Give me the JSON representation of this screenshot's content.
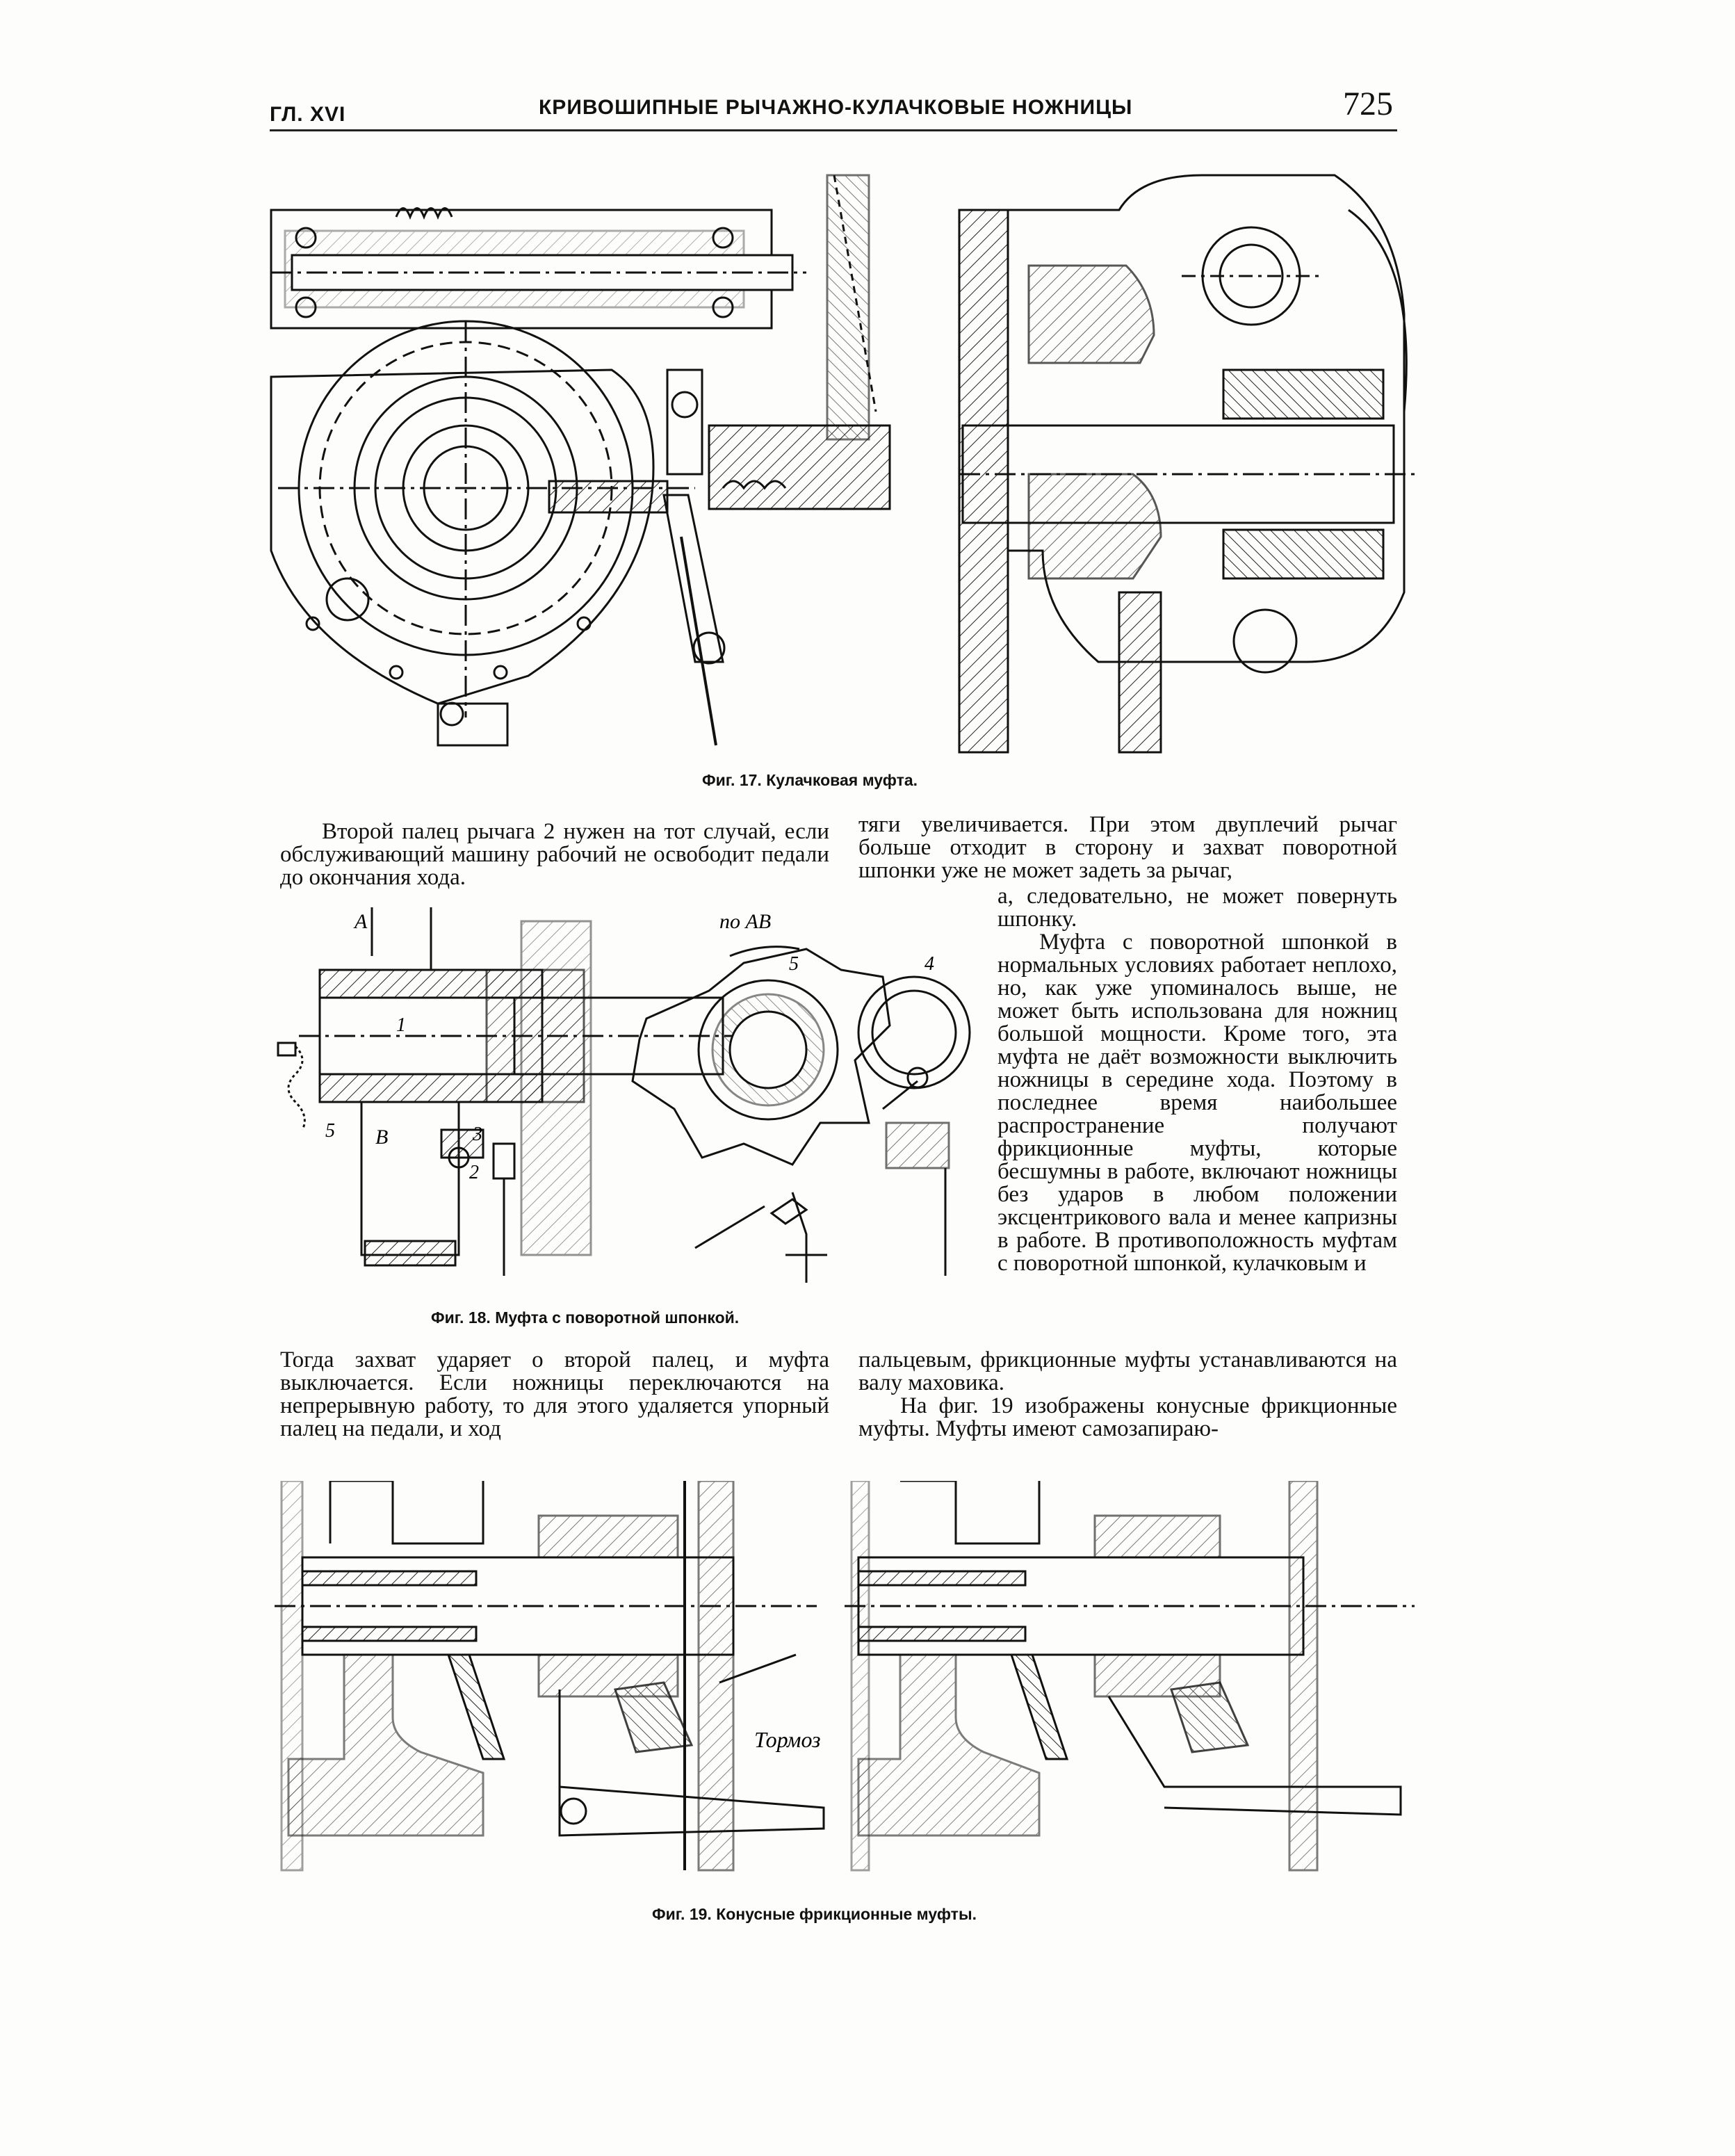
{
  "header": {
    "chapter": "ГЛ. XVI",
    "running_title": "КРИВОШИПНЫЕ РЫЧАЖНО-КУЛАЧКОВЫЕ НОЖНИЦЫ",
    "page_number": "725"
  },
  "figures": {
    "fig17_caption": "Фиг. 17. Кулачковая муфта.",
    "fig18_caption": "Фиг. 18. Муфта с поворотной шпонкой.",
    "fig19_caption": "Фиг. 19. Конусные фрикционные муфты.",
    "fig18_labels": {
      "a": "A",
      "b": "B",
      "section": "по AB",
      "n1": "1",
      "n2": "2",
      "n3": "3",
      "n4": "4",
      "n5": "5",
      "n5b": "5"
    },
    "fig19_labels": {
      "brake": "Тормоз"
    }
  },
  "text": {
    "left_col_top": "Второй палец рычага 2 нужен на тот случай, если обслуживающий машину рабочий не освободит педали до окончания хода.",
    "left_col_bottom": "Тогда захват ударяет о второй палец, и муфта выключается. Если ножницы переключаются на непрерывную работу, то для этого удаляется упорный палец на педали, и ход",
    "right_col_top": "тяги увеличивается. При этом двуплечий рычаг больше отходит в сторону и захват поворотной шпонки уже не может задеть за рычаг,",
    "right_col_narrow_1": "а, следовательно, не может повернуть шпонку.",
    "right_col_narrow_2": "Муфта с поворотной шпонкой в нормальных условиях работает неплохо, но, как уже упоминалось выше, не может быть использована для ножниц большой мощности. Кроме того, эта муфта не даёт возможности выключить ножницы в середине хода. Поэтому в последнее время наибольшее распространение получают фрикционные муфты, которые бесшумны в работе, включают ножницы без ударов в любом положении эксцентрикового вала и менее капризны в работе. В противоположность муфтам с поворотной шпонкой, кулачковым и",
    "right_col_bottom_1": "пальцевым, фрикционные муфты устанавливаются на валу маховика.",
    "right_col_bottom_2": "На фиг. 19 изображены конусные фрикционные муфты. Муфты имеют самозапираю-"
  }
}
